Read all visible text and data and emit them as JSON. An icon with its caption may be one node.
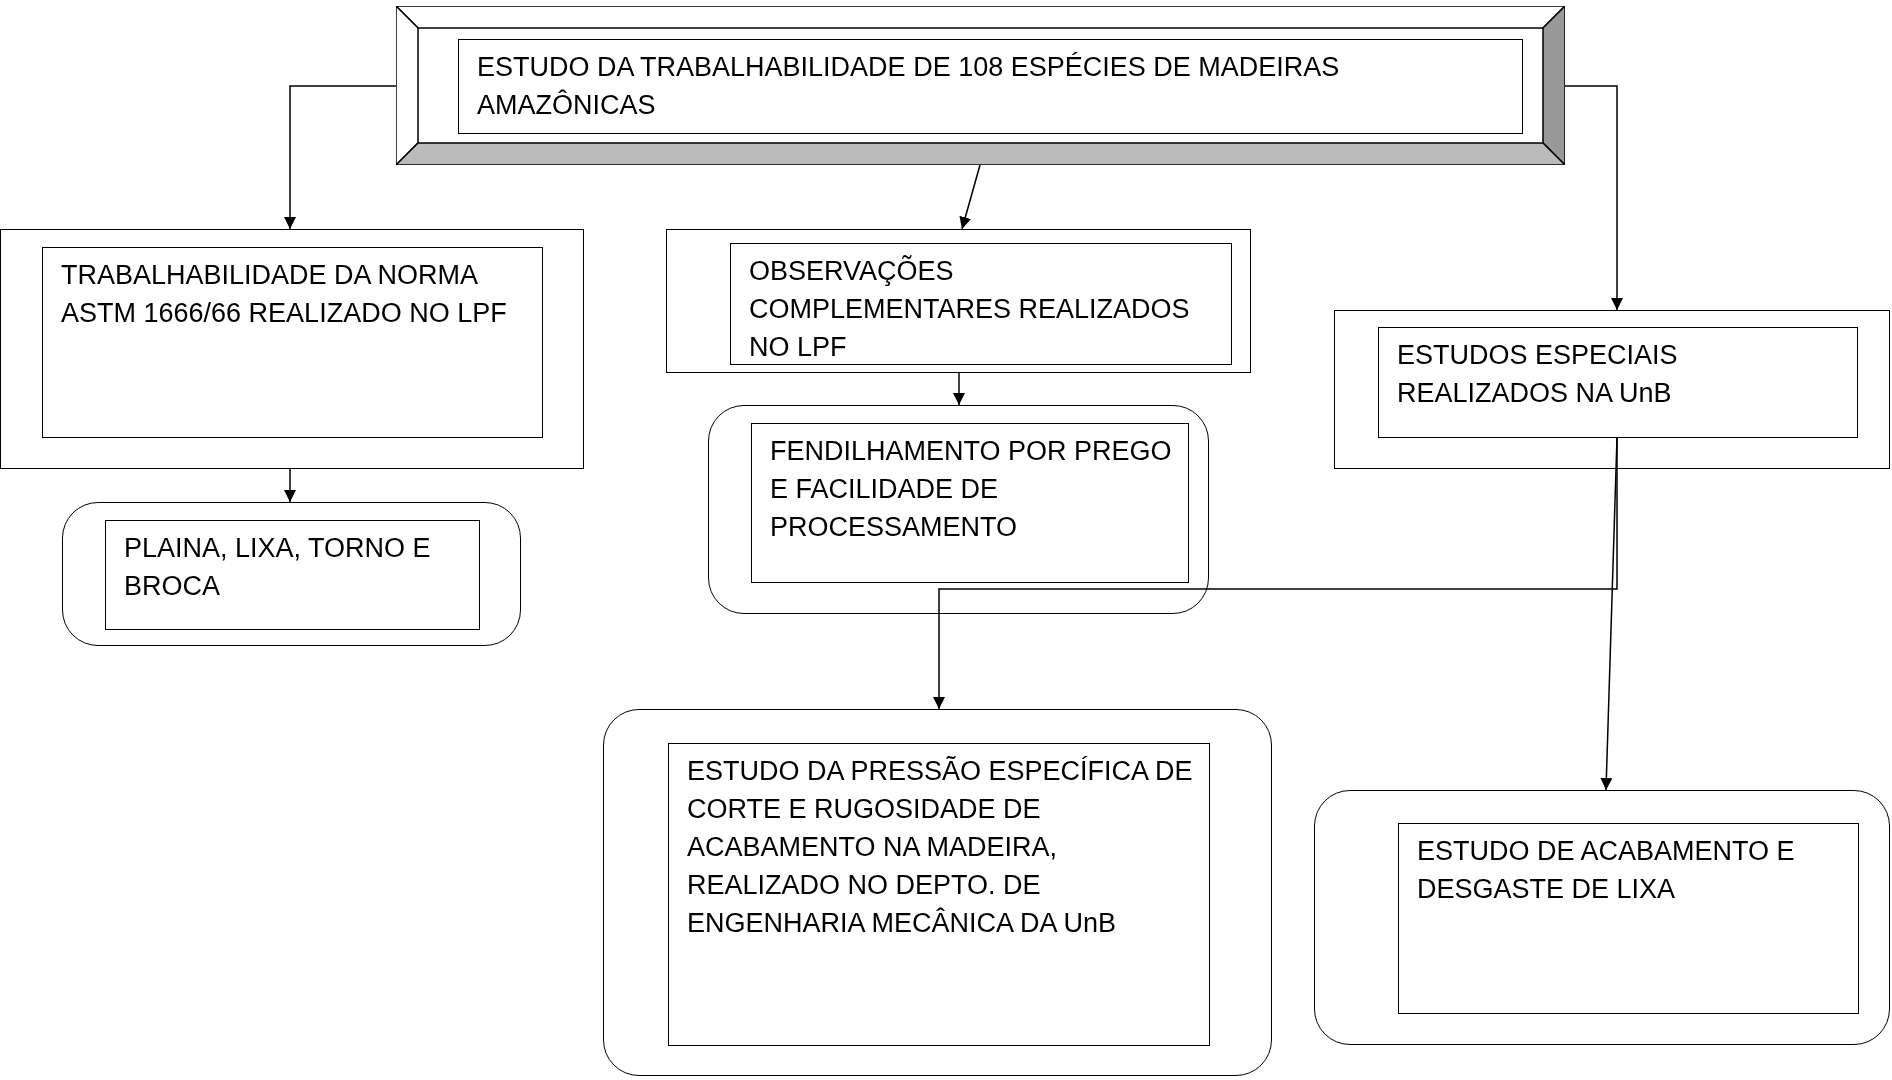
{
  "diagram": {
    "nodes": [
      {
        "text": [],
        "shape": "box"
      },
      {
        "text": [
          "ESTUDO DA TRABALHABILIDADE DE 108 ESPÉCIES DE MADEIRAS AMAZÔNICAS"
        ],
        "in": 0
      },
      {
        "text": [],
        "shape": "box"
      },
      {
        "text": [
          "TRABALHABILIDADE DA NORMA ASTM 1666/66 REALIZADO NO LPF"
        ],
        "in": 2
      },
      {
        "text": [],
        "shape": "box"
      },
      {
        "text": [
          "OBSERVAÇÕES COMPLEMENTARES REALIZADOS NO LPF"
        ],
        "in": 4
      },
      {
        "text": [],
        "shape": "box"
      },
      {
        "text": [
          "ESTUDOS ESPECIAIS REALIZADOS NA UnB"
        ],
        "in": 6
      },
      {
        "text": [],
        "shape": "box"
      },
      {
        "text": [
          "PLAINA, LIXA, TORNO E BROCA"
        ],
        "in": 8
      },
      {
        "text": [],
        "shape": "box"
      },
      {
        "text": [
          "FENDILHAMENTO POR PREGO E FACILIDADE DE PROCESSAMENTO"
        ],
        "in": 10
      },
      {
        "text": [],
        "shape": "box"
      },
      {
        "text": [
          "ESTUDO DA PRESSÃO ESPECÍFICA DE CORTE E RUGOSIDADE DE ACABAMENTO NA MADEIRA, REALIZADO NO DEPTO. DE ENGENHARIA MECÂNICA DA UnB"
        ],
        "in": 12
      },
      {
        "text": [],
        "shape": "box"
      },
      {
        "text": [
          "ESTUDO DE ACABAMENTO E DESGASTE DE LIXA"
        ],
        "in": 14
      }
    ],
    "edges": [
      {
        "from": 0,
        "to": 2,
        "arrow": "to"
      },
      {
        "from": 0,
        "to": 4,
        "arrow": "to"
      },
      {
        "from": 0,
        "to": 6,
        "arrow": "to"
      },
      {
        "from": 2,
        "to": 8,
        "arrow": "to"
      },
      {
        "from": 4,
        "to": 10,
        "arrow": "to"
      },
      {
        "from": 7,
        "to": 12,
        "arrow": "to"
      },
      {
        "from": 7,
        "to": 14,
        "arrow": "to"
      }
    ]
  }
}
